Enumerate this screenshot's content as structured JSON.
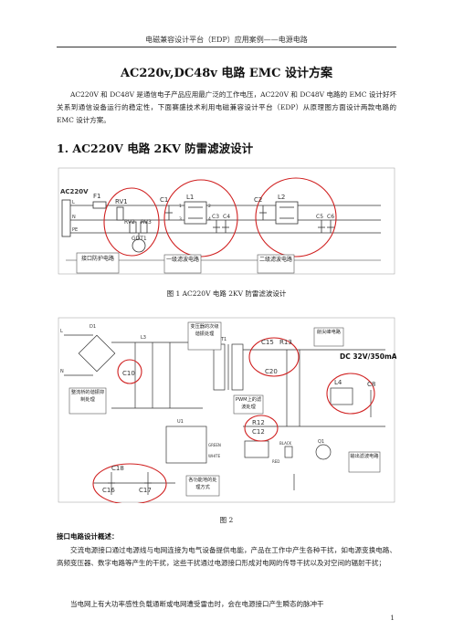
{
  "header": {
    "text": "电磁兼容设计平台（EDP）应用案例——电源电路"
  },
  "title": "AC220v,DC48v 电路 EMC 设计方案",
  "intro": "AC220V 和 DC48V 是通信电子产品应用最广泛的工作电压，AC220V 和 DC48V 电路的 EMC 设计好坏关系到通信设备运行的稳定性，下面赛盛技术利用电磁兼容设计平台（EDP）从原理图方面设计两款电路的 EMC 设计方案。",
  "section1": {
    "heading": "1. AC220V 电路 2KV 防雷滤波设计"
  },
  "figure1": {
    "source_label": "AC220V",
    "terminals": [
      "L",
      "N",
      "PE"
    ],
    "components": [
      "F1",
      "RV1",
      "RV2",
      "RV3",
      "GDT1",
      "C1",
      "L1",
      "C3",
      "C4",
      "C2",
      "L2",
      "C5",
      "C6"
    ],
    "pins": [
      "1",
      "2",
      "3",
      "4"
    ],
    "callouts": [
      "接口防护电路",
      "一级滤波电路",
      "二级滤波电路"
    ],
    "caption": "图 1    AC220V 电路 2KV 防雷滤波设计"
  },
  "figure2": {
    "dc_label": "DC 32V/350mA",
    "terminals": [
      "L",
      "N"
    ],
    "components": [
      "C10",
      "C15",
      "R13",
      "C20",
      "R12",
      "C12",
      "L4",
      "C8",
      "C18",
      "C16",
      "C17",
      "D1",
      "L3",
      "T1",
      "Q1",
      "U1"
    ],
    "small_labels": [
      "GREEN",
      "WHITE",
      "BLACK",
      "RED"
    ],
    "callouts": [
      "整流桥的谐振抑制处理",
      "变压器的次级谐振处理",
      "削尖峰电路",
      "PWM上的滤波处理",
      "输出滤波电路",
      "各功能地的处理方式"
    ],
    "caption": "图 2"
  },
  "section2": {
    "heading": "接口电路设计概述：",
    "p1": "交流电源接口通过电源线与电网连接为电气设备提供电能，产品在工作中产生各种干扰，如电源变换电路、高频变压器、数字电路等产生的干扰，这些干扰通过电源接口形成对电网的传导干扰以及对空间的辐射干扰；",
    "p2": "当电网上有大功率感性负载通断或电网遭受雷击时，会在电源接口产生瞬态的脉冲干"
  },
  "page_number": "1"
}
